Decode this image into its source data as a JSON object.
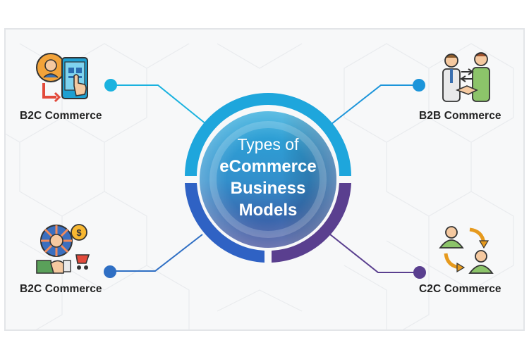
{
  "center": {
    "line1": "Types of",
    "line2": "eCommerce",
    "line3": "Business",
    "line4": "Models"
  },
  "nodes": [
    {
      "label": "B2C Commerce",
      "icon": "customer-tablet-icon",
      "color": "#1ab2df"
    },
    {
      "label": "B2B Commerce",
      "icon": "handshake-icon",
      "color": "#1c95da"
    },
    {
      "label": "B2C Commerce",
      "icon": "customer-shopping-icon",
      "color": "#2f6fc4"
    },
    {
      "label": "C2C Commerce",
      "icon": "user-exchange-icon",
      "color": "#5a3f8f"
    }
  ],
  "colors": {
    "ring_top": "#1aa8dd",
    "ring_bottom_left": "#2f62c4",
    "ring_bottom_right": "#5a3f8f",
    "hub_top": "#29a2d6",
    "hub_bottom": "#3b4f9c"
  }
}
